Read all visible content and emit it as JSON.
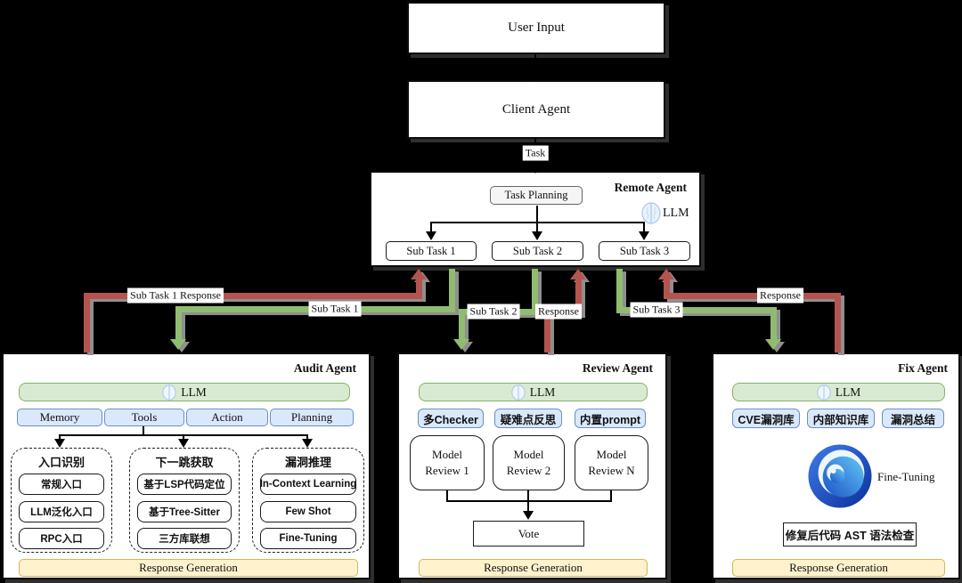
{
  "colors": {
    "arrow-green": "#8fbc70",
    "arrow-red": "#b5544f",
    "shadow-gray": "#8f8f8f",
    "llm-bar-bg": "#d9ead3",
    "llm-bar-border": "#82b366",
    "chip-bg": "#dae8fc",
    "chip-border": "#6c8ebf",
    "response-bg": "#fff2cc",
    "response-border": "#d6b656"
  },
  "top_flow": {
    "user_input": "User Input",
    "client_agent": "Client Agent",
    "task_label": "Task"
  },
  "remote_agent": {
    "title": "Remote Agent",
    "task_planning": "Task Planning",
    "llm_label": "LLM",
    "sub_task_1": "Sub Task 1",
    "sub_task_2": "Sub Task 2",
    "sub_task_3": "Sub Task 3"
  },
  "edges": {
    "sub_task_1_response": "Sub Task 1 Response",
    "sub_task_1": "Sub Task 1",
    "sub_task_2": "Sub Task 2",
    "review_response": "Response",
    "sub_task_3": "Sub Task 3",
    "fix_response": "Response"
  },
  "audit_agent": {
    "title": "Audit Agent",
    "llm_label": "LLM",
    "modules": [
      "Memory",
      "Tools",
      "Action",
      "Planning"
    ],
    "groups": [
      {
        "title": "入口识别",
        "items": [
          "常规入口",
          "LLM泛化入口",
          "RPC入口"
        ]
      },
      {
        "title": "下一跳获取",
        "items": [
          "基于LSP代码定位",
          "基于Tree-Sitter",
          "三方库联想"
        ]
      },
      {
        "title": "漏洞推理",
        "items": [
          "In-Context Learning",
          "Few Shot",
          "Fine-Tuning"
        ]
      }
    ],
    "response_generation": "Response Generation"
  },
  "review_agent": {
    "title": "Review Agent",
    "llm_label": "LLM",
    "chips": [
      "多Checker",
      "疑难点反思",
      "内置prompt"
    ],
    "model_reviews": [
      "Model Review 1",
      "Model Review 2",
      "Model Review N"
    ],
    "vote": "Vote",
    "response_generation": "Response Generation"
  },
  "fix_agent": {
    "title": "Fix Agent",
    "llm_label": "LLM",
    "chips": [
      "CVE漏洞库",
      "内部知识库",
      "漏洞总结"
    ],
    "fine_tuning": "Fine-Tuning",
    "ast_check": "修复后代码 AST 语法检查",
    "response_generation": "Response Generation"
  }
}
